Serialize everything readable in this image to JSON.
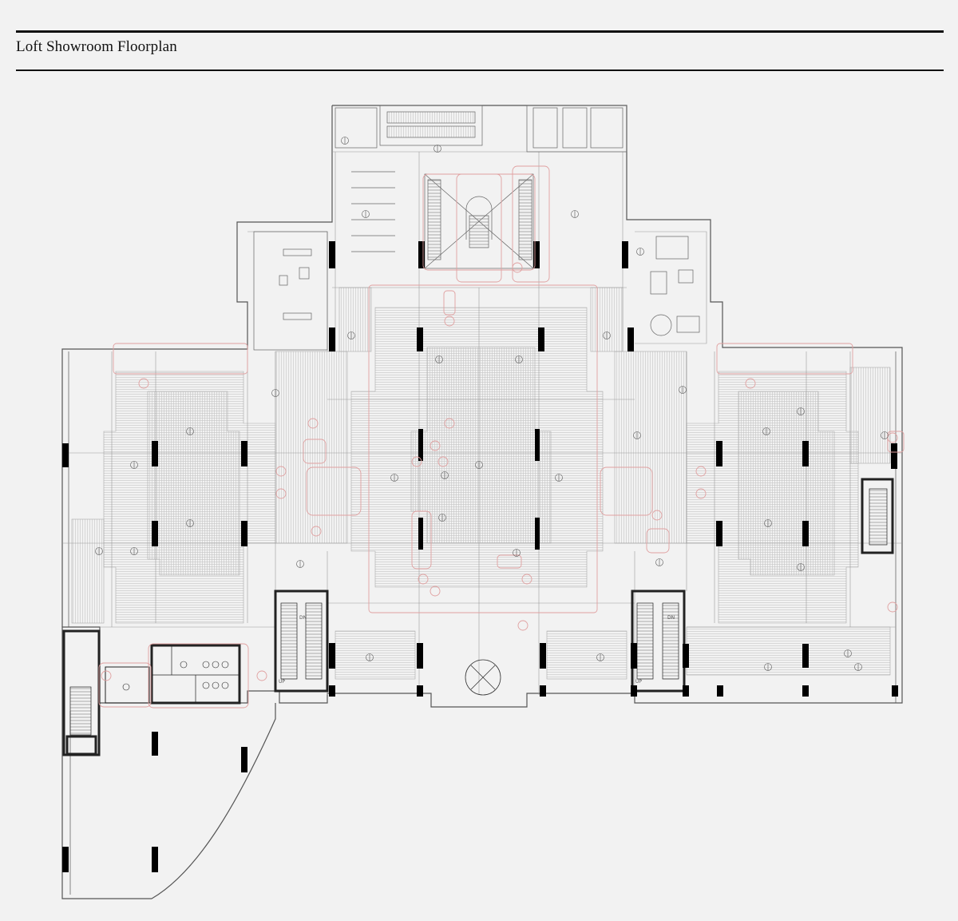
{
  "header": {
    "title": "Loft Showroom Floorplan"
  },
  "plan": {
    "stair_labels": {
      "up": "UP",
      "down": "DN"
    }
  },
  "colors": {
    "background": "#f2f2f2",
    "wall": "#555555",
    "column": "#000000",
    "grid": "#9a9a9a",
    "hatch": "#c4c4c4",
    "overlay": "#e0a0a0"
  }
}
